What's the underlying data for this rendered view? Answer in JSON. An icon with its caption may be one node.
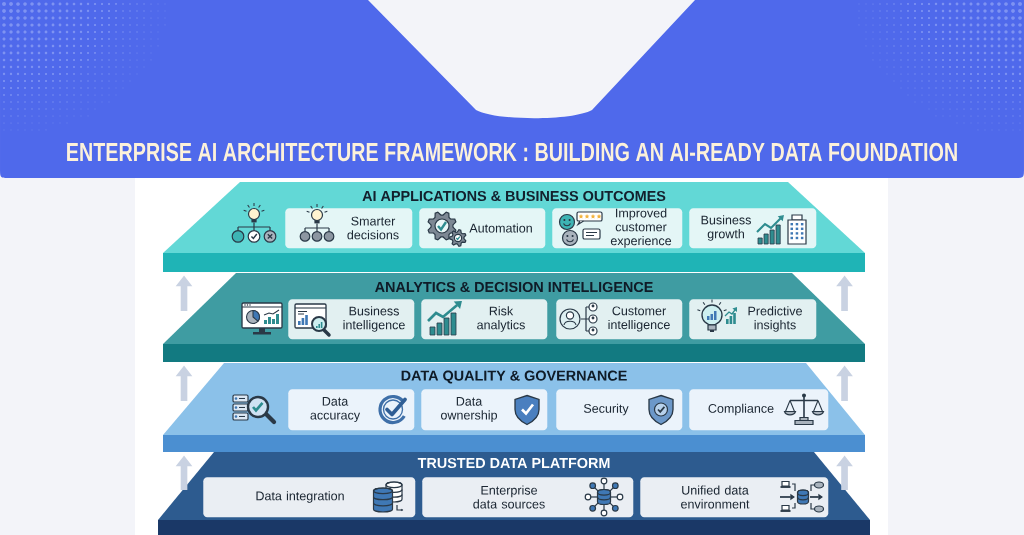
{
  "diagram": {
    "title": "ENTERPRISE AI ARCHITECTURE FRAMEWORK : BUILDING AN AI-READY DATA FOUNDATION",
    "nodes": [
      {
        "text": [
          "AI APPLICATIONS & BUSINESS OUTCOMES"
        ]
      },
      {
        "text": [
          "Smarter decisions"
        ],
        "in": 0
      },
      {
        "text": [
          "Automation"
        ],
        "in": 0
      },
      {
        "text": [
          "Improved customer experience"
        ],
        "in": 0
      },
      {
        "text": [
          "Business growth"
        ],
        "in": 0
      },
      {
        "text": [
          "ANALYTICS & DECISION INTELLIGENCE"
        ]
      },
      {
        "text": [
          "Business intelligence"
        ],
        "in": 5
      },
      {
        "text": [
          "Risk analytics"
        ],
        "in": 5
      },
      {
        "text": [
          "Customer intelligence"
        ],
        "in": 5
      },
      {
        "text": [
          "Predictive insights"
        ],
        "in": 5
      },
      {
        "text": [
          "DATA QUALITY & GOVERNANCE"
        ]
      },
      {
        "text": [
          "Data accuracy"
        ],
        "in": 10
      },
      {
        "text": [
          "Data ownership"
        ],
        "in": 10
      },
      {
        "text": [
          "Security"
        ],
        "in": 10
      },
      {
        "text": [
          "Compliance"
        ],
        "in": 10
      },
      {
        "text": [
          "TRUSTED DATA PLATFORM"
        ]
      },
      {
        "text": [
          "Data integration"
        ],
        "in": 15
      },
      {
        "text": [
          "Enterprise data sources"
        ],
        "in": 15
      },
      {
        "text": [
          "Unified data environment"
        ],
        "in": 15
      }
    ],
    "edges": [
      {
        "from": 5,
        "to": 0,
        "arrow": "to"
      },
      {
        "from": 5,
        "to": 0,
        "arrow": "to"
      },
      {
        "from": 10,
        "to": 5,
        "arrow": "to"
      },
      {
        "from": 10,
        "to": 5,
        "arrow": "to"
      },
      {
        "from": 15,
        "to": 10,
        "arrow": "to"
      },
      {
        "from": 15,
        "to": 10,
        "arrow": "to"
      }
    ]
  }
}
